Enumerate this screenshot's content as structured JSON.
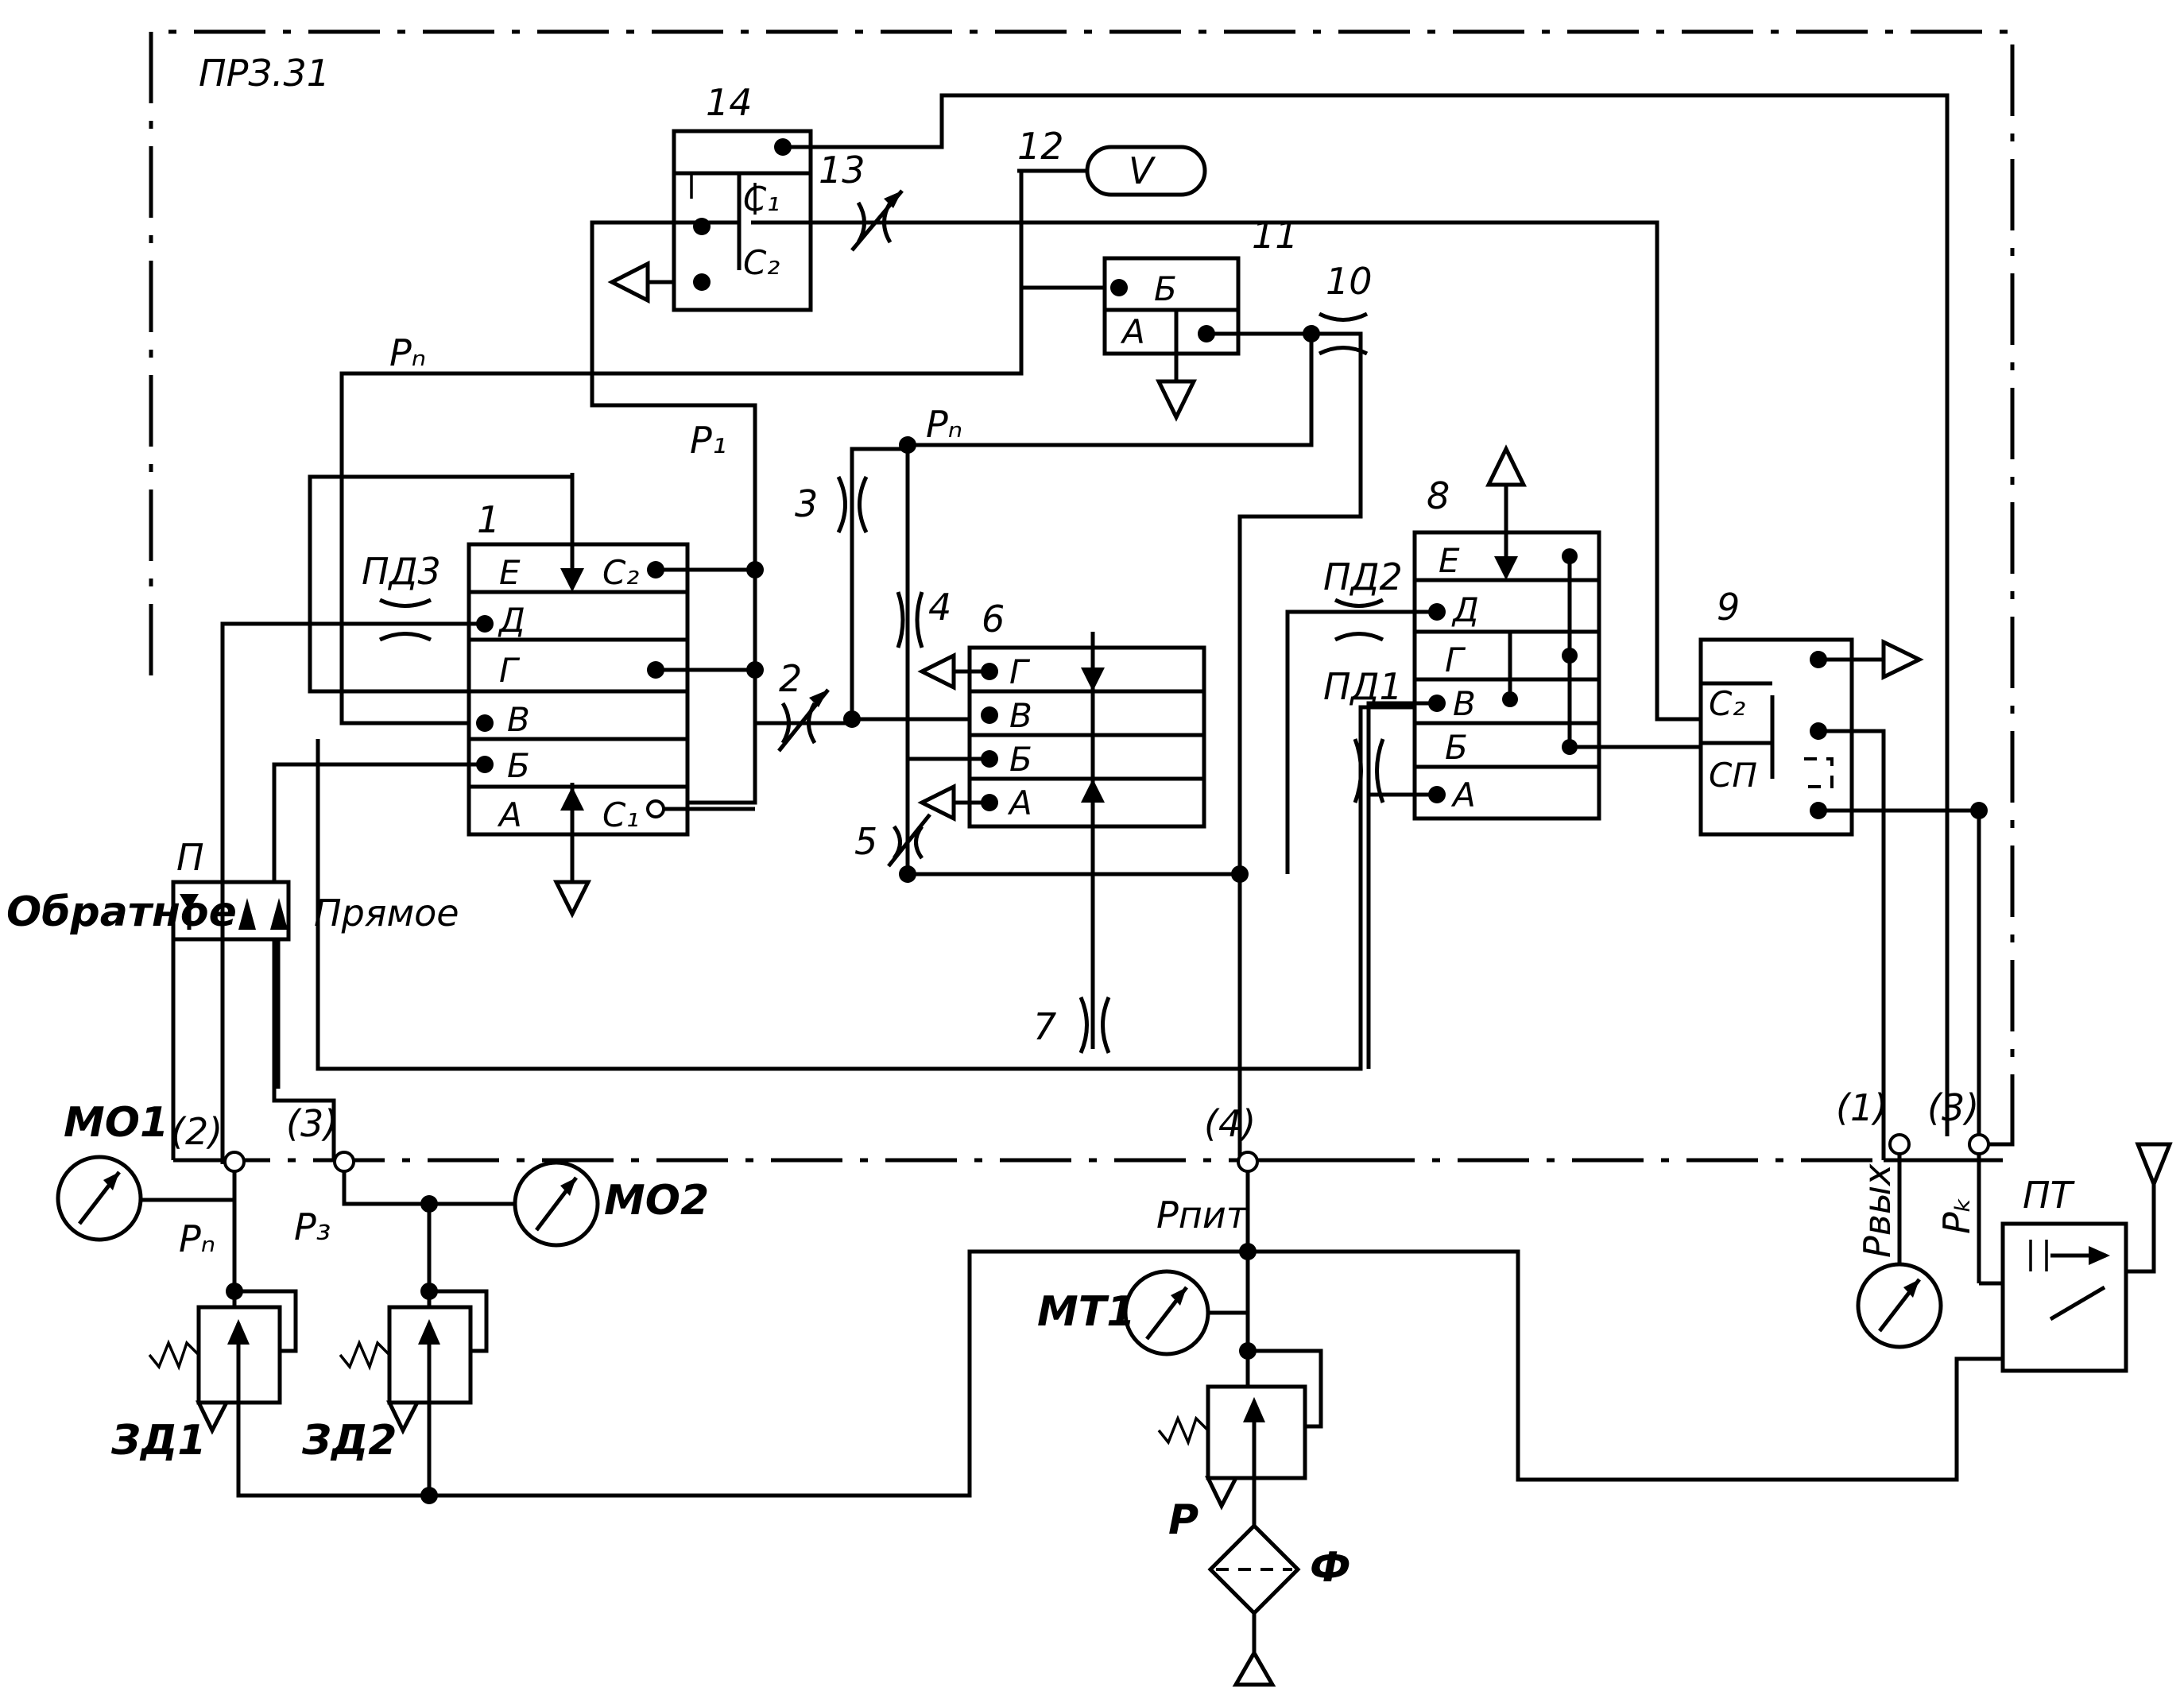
{
  "scheme": {
    "code": "ПРЗ.31",
    "blocks": {
      "b1": {
        "number": "1",
        "rows": [
          "Е",
          "Д",
          "Г",
          "В",
          "Б",
          "А"
        ],
        "ports": [
          "С₂",
          "С₁"
        ]
      },
      "b6": {
        "number": "6",
        "rows": [
          "Г",
          "В",
          "Б",
          "А"
        ]
      },
      "b8": {
        "number": "8",
        "rows": [
          "Е",
          "Д",
          "Г",
          "В",
          "Б",
          "А"
        ]
      },
      "b9": {
        "number": "9",
        "ports": [
          "С₂",
          "СП"
        ]
      },
      "b11": {
        "number": "11",
        "rows": [
          "Б",
          "А"
        ]
      },
      "b14": {
        "number": "14",
        "ports": [
          "С₁",
          "С₂"
        ]
      }
    },
    "numbers": {
      "n2": "2",
      "n3": "3",
      "n4": "4",
      "n5": "5",
      "n7": "7",
      "n10": "10",
      "n12": "12",
      "n13": "13"
    },
    "throttles": {
      "pd1": "ПД1",
      "pd2": "ПД2",
      "pd3": "ПД3"
    },
    "volume": "V",
    "pressures": {
      "pi_top": "Рₙ",
      "pi_mid": "Рₙ",
      "p1": "Р₁",
      "pp": "Рₙ",
      "pz": "Р₃",
      "ppit": "Рпит",
      "pvyh": "Рвых",
      "pk": "Рₖ"
    },
    "lines": {
      "l1": "(1)",
      "l2": "(2)",
      "l3a": "(3)",
      "l3b": "(3)",
      "l4": "(4)"
    },
    "switch": {
      "name": "П",
      "reverse": "Обратное",
      "direct": "Прямое"
    },
    "gauges": {
      "mo1": "МО1",
      "mo2": "МО2",
      "mt1": "МТ1"
    },
    "valves": {
      "zd1": "ЗД1",
      "zd2": "ЗД2",
      "r": "Р",
      "filter": "Ф",
      "pt": "ПТ"
    }
  }
}
